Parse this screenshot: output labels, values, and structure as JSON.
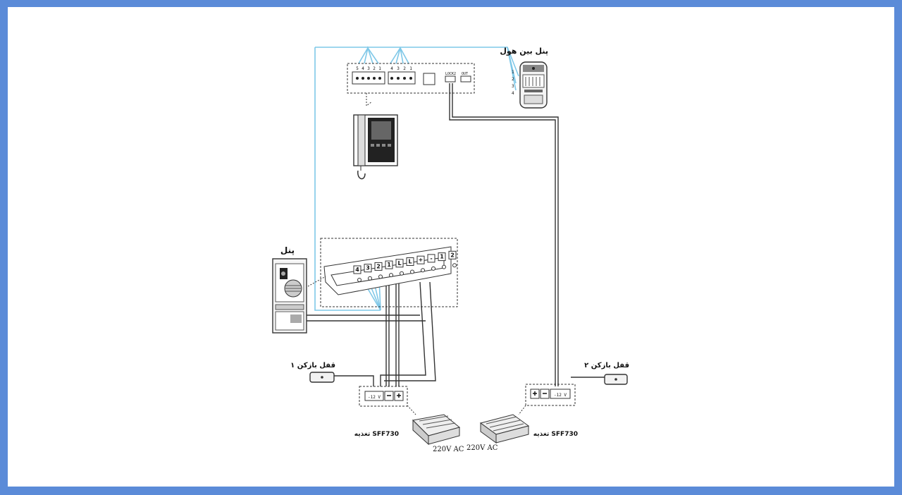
{
  "diagram": {
    "labels": {
      "hands_free_panel": "پنل بین هول",
      "panel": "پنل",
      "lock1": "قفل بازکن ۱",
      "lock2": "قفل بازکن ۲",
      "psu_left": "تغذیه SFF730",
      "psu_right": "تغذیه SFF730",
      "ac_left": "220V AC",
      "ac_right": "220V AC",
      "psu_term_left": "-12 V",
      "psu_term_right": "-12 V",
      "monitor_term_a": [
        "5",
        "4",
        "3",
        "2",
        "1"
      ],
      "monitor_term_b": [
        "4",
        "3",
        "2",
        "1"
      ],
      "monitor_lock_label": "LOCK2",
      "monitor_out_label": "OUT",
      "panel_terminals": [
        "4",
        "3",
        "2",
        "1",
        "L",
        "L",
        "+",
        "-",
        "1",
        "2"
      ],
      "intercom_pins": [
        "1",
        "2",
        "3",
        "4"
      ]
    },
    "colors": {
      "bus_wire": "#7fc8e8",
      "power_wire": "#333333",
      "frame_border": "#5b8bd8"
    }
  }
}
